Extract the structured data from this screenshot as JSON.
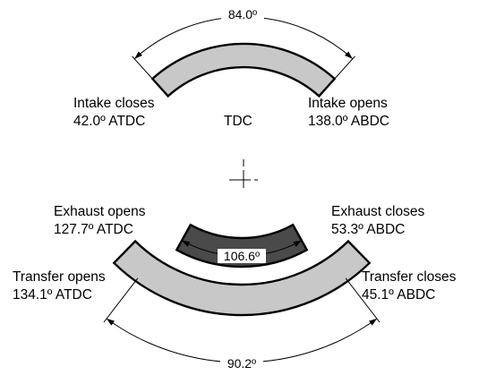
{
  "intake": {
    "duration": "84.0º",
    "closes_title": "Intake closes",
    "closes_value": "42.0º ATDC",
    "opens_title": "Intake opens",
    "opens_value": "138.0º ABDC",
    "color": "#c8c8c8"
  },
  "tdc_label": "TDC",
  "exhaust": {
    "duration": "106.6º",
    "opens_title": "Exhaust opens",
    "opens_value": "127.7º ATDC",
    "closes_title": "Exhaust closes",
    "closes_value": "53.3º ABDC",
    "color": "#4a4a4a"
  },
  "transfer": {
    "duration": "90.2º",
    "opens_title": "Transfer opens",
    "opens_value": "134.1º ATDC",
    "closes_title": "Transfer closes",
    "closes_value": "45.1º ABDC",
    "color": "#c8c8c8"
  }
}
